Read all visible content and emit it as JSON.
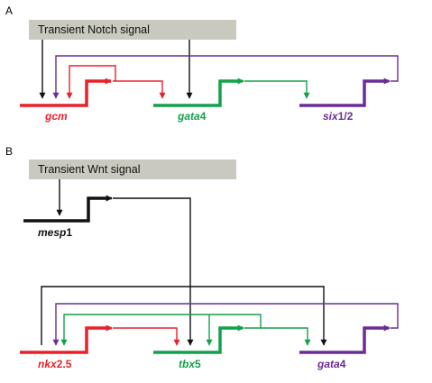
{
  "colors": {
    "black": "#111111",
    "red": "#e8202a",
    "green": "#12a14b",
    "purple": "#6a2d96",
    "signal_box": "#c9c9bf"
  },
  "panels": {
    "a": {
      "letter": "A",
      "signal": "Transient Notch signal",
      "genes": [
        {
          "italic": "gcm",
          "suffix": "",
          "color": "red"
        },
        {
          "italic": "gata",
          "suffix": "4",
          "color": "green"
        },
        {
          "italic": "six",
          "suffix": "1/2",
          "color": "purple"
        }
      ]
    },
    "b": {
      "letter": "B",
      "signal": "Transient Wnt signal",
      "mesp": {
        "italic": "mesp",
        "suffix": "1",
        "color": "black"
      },
      "genes": [
        {
          "italic": "nkx",
          "suffix": "2.5",
          "color": "red"
        },
        {
          "italic": "tbx",
          "suffix": "5",
          "color": "green"
        },
        {
          "italic": "gata",
          "suffix": "4",
          "color": "purple"
        }
      ]
    }
  }
}
